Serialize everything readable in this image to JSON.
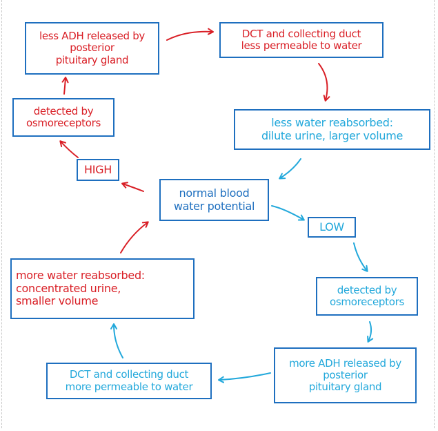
{
  "colors": {
    "red": "#d91f26",
    "cyan": "#22a8db",
    "box_border": "#1e6fbf"
  },
  "center": {
    "text": "normal blood\nwater potential"
  },
  "high": {
    "label": "HIGH",
    "steps": [
      "detected by\nosmoreceptors",
      "less ADH released by\nposterior\npituitary gland",
      "DCT and collecting duct\nless permeable to water",
      "less water reabsorbed:\ndilute urine, larger volume"
    ]
  },
  "low": {
    "label": "LOW",
    "steps": [
      "detected by\nosmoreceptors",
      "more ADH released by\nposterior\npituitary gland",
      "DCT and collecting duct\nmore permeable to water",
      "more water reabsorbed:\nconcentrated urine,\n        smaller volume"
    ]
  }
}
